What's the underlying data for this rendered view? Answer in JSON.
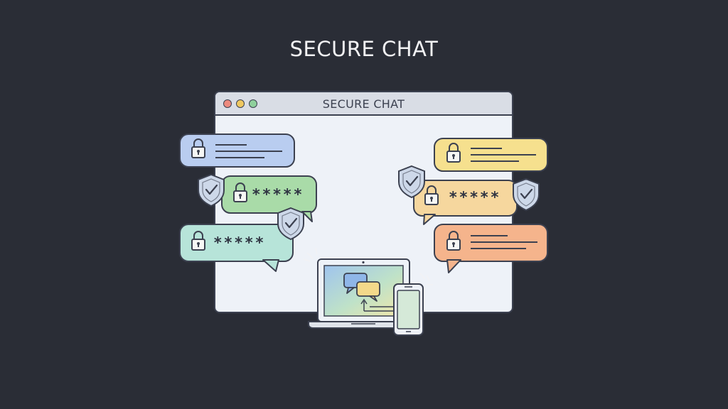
{
  "page": {
    "title": "SECURE CHAT"
  },
  "window": {
    "title": "SECURE CHAT"
  },
  "messages": [
    {
      "side": "left",
      "color": "#b9cdf0",
      "content": "lines"
    },
    {
      "side": "left",
      "color": "#a9dba8",
      "content": "*****"
    },
    {
      "side": "left",
      "color": "#b7e4d9",
      "content": "*****"
    },
    {
      "side": "right",
      "color": "#f6e08e",
      "content": "lines"
    },
    {
      "side": "right",
      "color": "#f6d79e",
      "content": "*****"
    },
    {
      "side": "right",
      "color": "#f5b48c",
      "content": "lines"
    }
  ],
  "icons": [
    "lock-icon",
    "shield-check-icon",
    "laptop-icon",
    "phone-icon",
    "chat-bubbles-icon"
  ],
  "colors": {
    "background": "#2a2d36",
    "outline": "#3c4150",
    "window": "#eef2f8"
  }
}
